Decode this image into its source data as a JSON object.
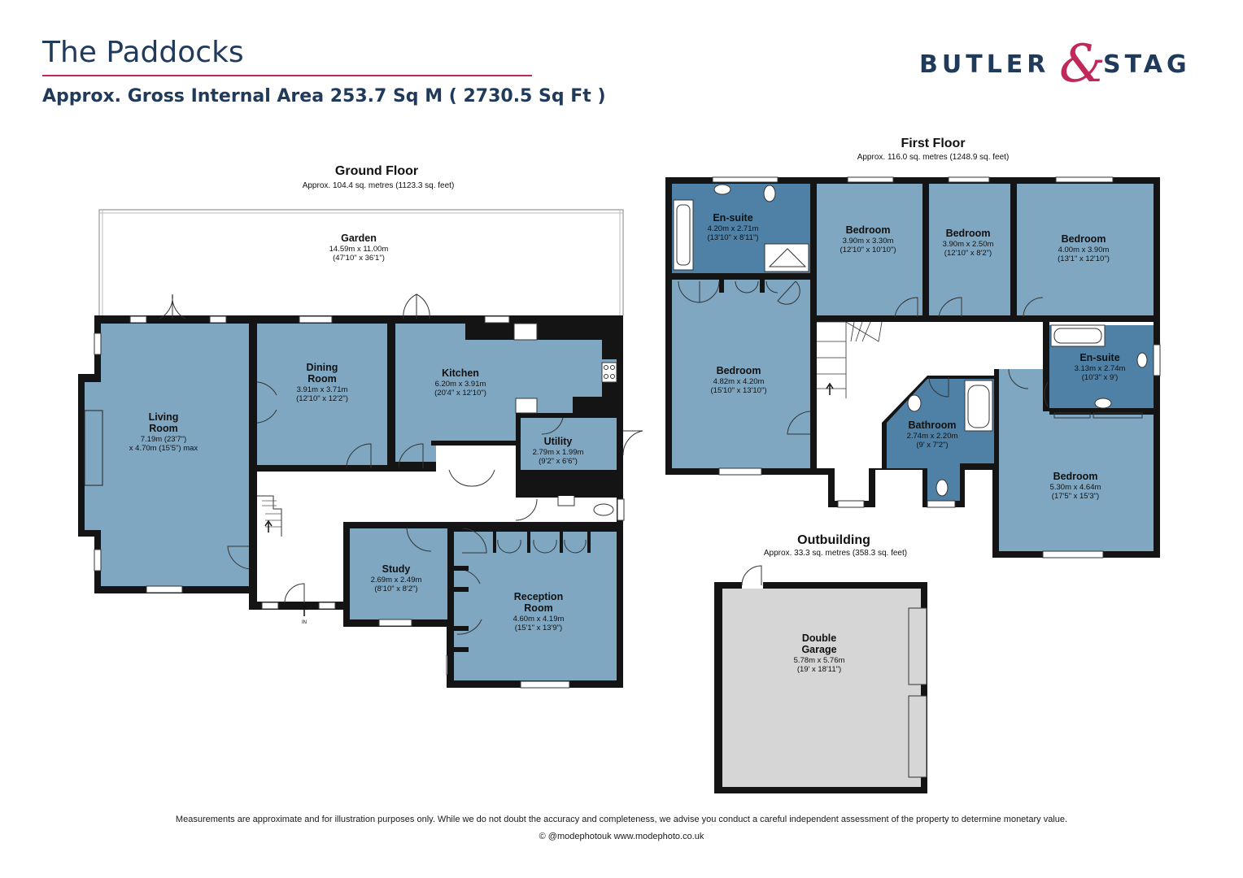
{
  "header": {
    "title": "The Paddocks",
    "subtitle": "Approx. Gross Internal Area 253.7 Sq M ( 2730.5 Sq Ft )"
  },
  "logo": {
    "left_word": "BUTLER",
    "ampersand": "&",
    "right_word": "STAG",
    "brand_color": "#1f3a5a",
    "accent_color": "#c0285a"
  },
  "ground_floor": {
    "title": "Ground Floor",
    "area": "Approx. 104.4 sq. metres (1123.3 sq. feet)",
    "garden": {
      "name": "Garden",
      "dim1": "14.59m x 11.00m",
      "dim2": "(47'10\" x 36'1\")"
    },
    "living_room": {
      "name1": "Living",
      "name2": "Room",
      "dim1": "7.19m (23'7\")",
      "dim2": "x 4.70m (15'5\") max"
    },
    "dining_room": {
      "name1": "Dining",
      "name2": "Room",
      "dim1": "3.91m x 3.71m",
      "dim2": "(12'10\" x 12'2\")"
    },
    "kitchen": {
      "name": "Kitchen",
      "dim1": "6.20m x 3.91m",
      "dim2": "(20'4\" x 12'10\")"
    },
    "utility": {
      "name": "Utility",
      "dim1": "2.79m x 1.99m",
      "dim2": "(9'2\" x 6'6\")"
    },
    "study": {
      "name": "Study",
      "dim1": "2.69m x 2.49m",
      "dim2": "(8'10\" x 8'2\")"
    },
    "reception_room": {
      "name1": "Reception",
      "name2": "Room",
      "dim1": "4.60m x 4.19m",
      "dim2": "(15'1\" x 13'9\")"
    },
    "entrance_label": "IN"
  },
  "first_floor": {
    "title": "First Floor",
    "area": "Approx. 116.0 sq. metres (1248.9 sq. feet)",
    "ensuite_1": {
      "name": "En-suite",
      "dim1": "4.20m x 2.71m",
      "dim2": "(13'10\" x 8'11\")"
    },
    "bedroom_a": {
      "name": "Bedroom",
      "dim1": "3.90m x 3.30m",
      "dim2": "(12'10\" x 10'10\")"
    },
    "bedroom_b": {
      "name": "Bedroom",
      "dim1": "3.90m x 2.50m",
      "dim2": "(12'10\" x 8'2\")"
    },
    "bedroom_c": {
      "name": "Bedroom",
      "dim1": "4.00m x 3.90m",
      "dim2": "(13'1\" x 12'10\")"
    },
    "bedroom_main": {
      "name": "Bedroom",
      "dim1": "4.82m x 4.20m",
      "dim2": "(15'10\" x 13'10\")"
    },
    "ensuite_2": {
      "name": "En-suite",
      "dim1": "3.13m x 2.74m",
      "dim2": "(10'3\" x 9')"
    },
    "bathroom": {
      "name": "Bathroom",
      "dim1": "2.74m x 2.20m",
      "dim2": "(9' x 7'2\")"
    },
    "bedroom_d": {
      "name": "Bedroom",
      "dim1": "5.30m x 4.64m",
      "dim2": "(17'5\" x 15'3\")"
    }
  },
  "outbuilding": {
    "title": "Outbuilding",
    "area": "Approx. 33.3 sq. metres (358.3 sq. feet)",
    "garage": {
      "name1": "Double",
      "name2": "Garage",
      "dim1": "5.78m x 5.76m",
      "dim2": "(19' x 18'11\")"
    }
  },
  "footer": {
    "disclaimer": "Measurements are approximate and for illustration purposes only.  While we do not doubt the accuracy and completeness, we advise you conduct a careful independent assessment of the property to determine monetary value.",
    "copyright": "© @modephotouk www.modephoto.co.uk"
  }
}
